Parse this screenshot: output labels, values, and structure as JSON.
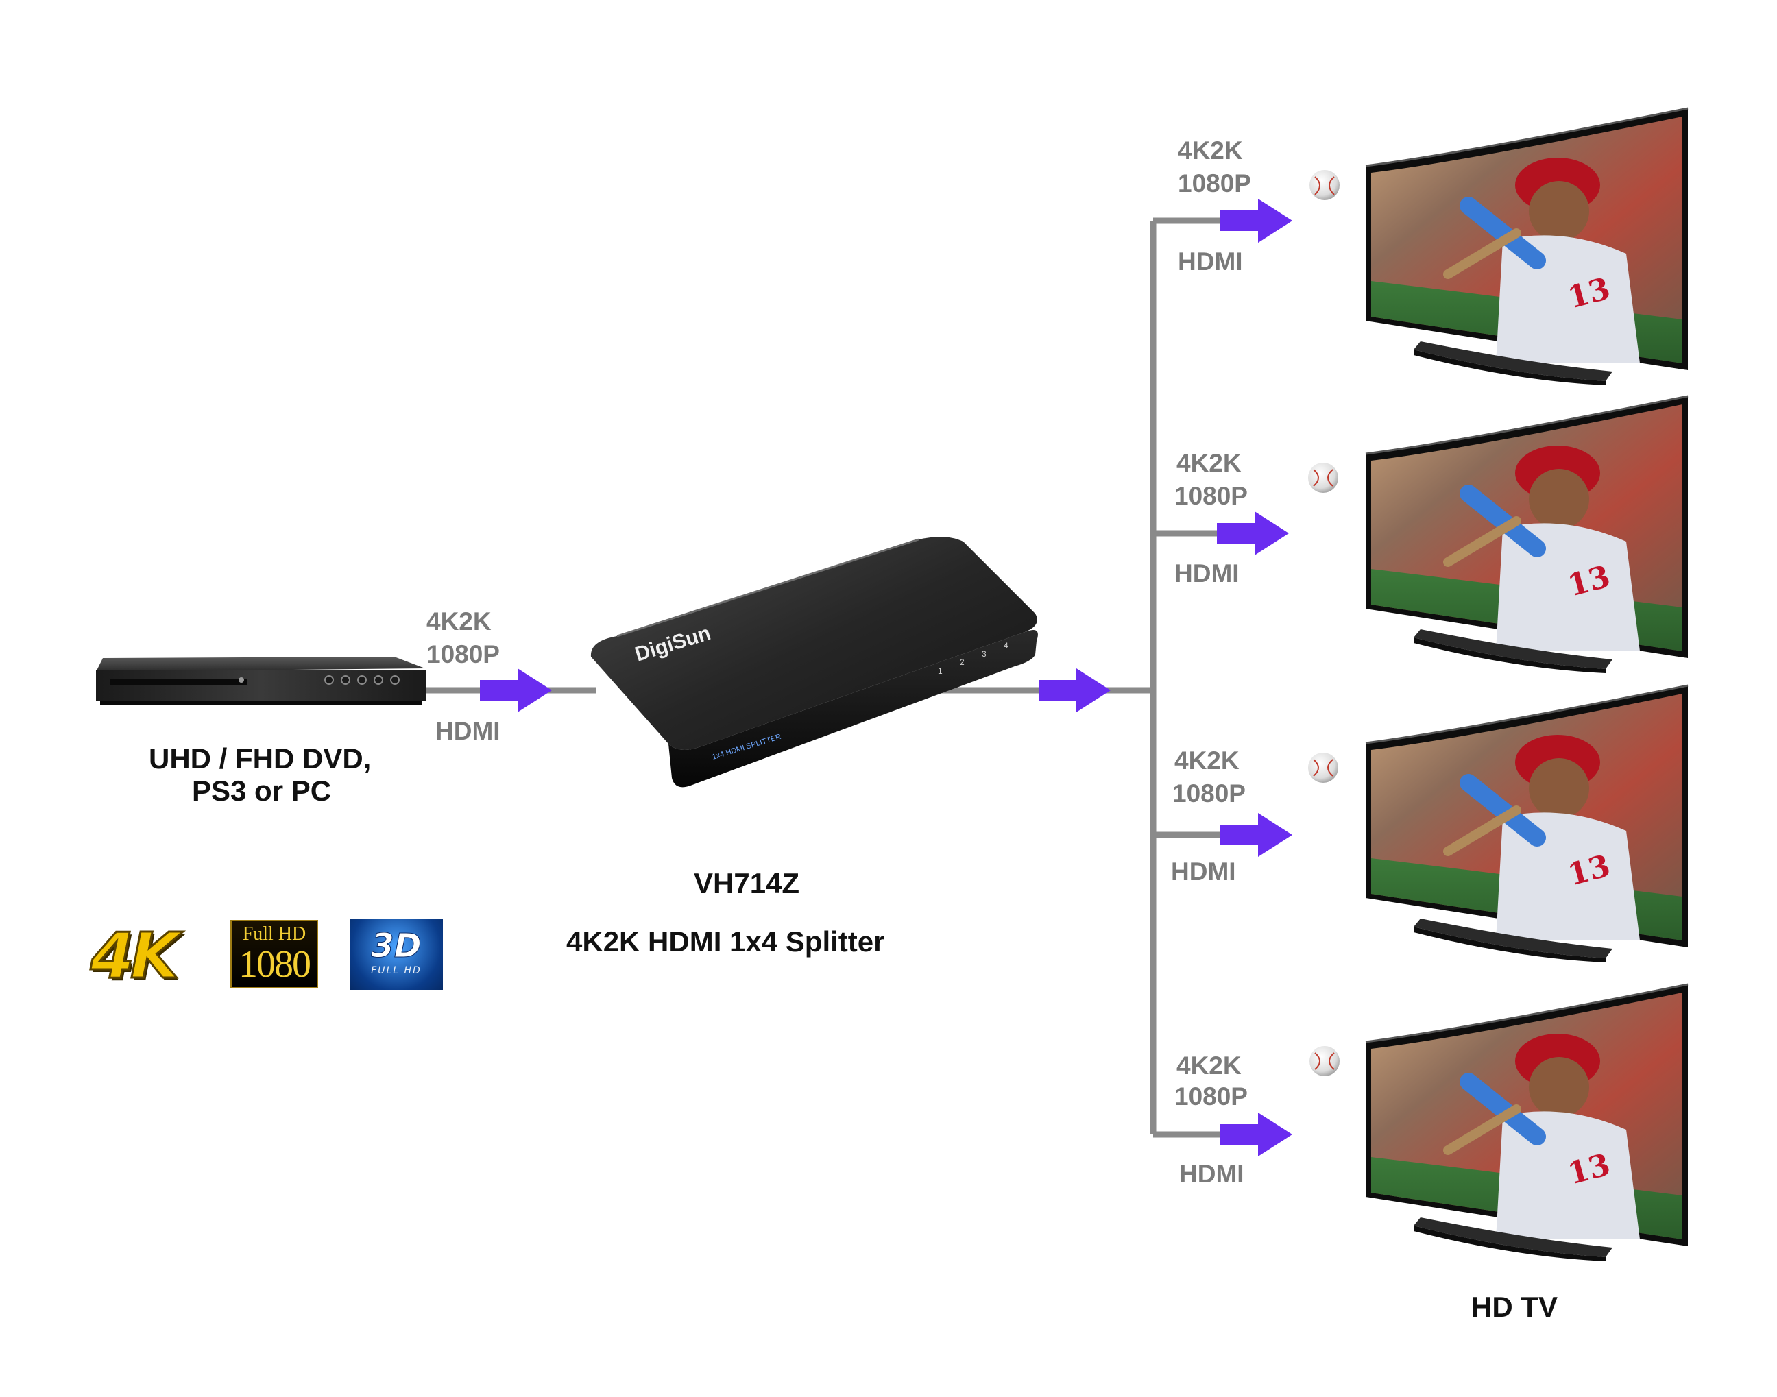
{
  "source": {
    "caption_line1": "UHD / FHD DVD,",
    "caption_line2": "PS3 or  PC"
  },
  "input_link": {
    "resolution_line1": "4K2K",
    "resolution_line2": "1080P",
    "cable": "HDMI"
  },
  "splitter": {
    "brand": "DigiSun",
    "model": "VH714Z",
    "title": "4K2K HDMI 1x4 Splitter",
    "front_label": "1x4 HDMI SPLITTER",
    "port_numbers": [
      "1",
      "2",
      "3",
      "4"
    ]
  },
  "outputs": [
    {
      "resolution_line1": "4K2K",
      "resolution_line2": "1080P",
      "cable": "HDMI"
    },
    {
      "resolution_line1": "4K2K",
      "resolution_line2": "1080P",
      "cable": "HDMI"
    },
    {
      "resolution_line1": "4K2K",
      "resolution_line2": "1080P",
      "cable": "HDMI"
    },
    {
      "resolution_line1": "4K2K",
      "resolution_line2": "1080P",
      "cable": "HDMI"
    }
  ],
  "tv_caption": "HD TV",
  "badges": {
    "fourk": "4K",
    "fullhd_top": "Full HD",
    "fullhd_bottom": "1080",
    "threed_top": "3D",
    "threed_bottom": "FULL HD"
  },
  "colors": {
    "arrow": "#6a2cf0",
    "connector": "#8a8a8a",
    "label_gray": "#7a7a7a",
    "caption_black": "#111111",
    "device_body": "#1c1c1c"
  }
}
